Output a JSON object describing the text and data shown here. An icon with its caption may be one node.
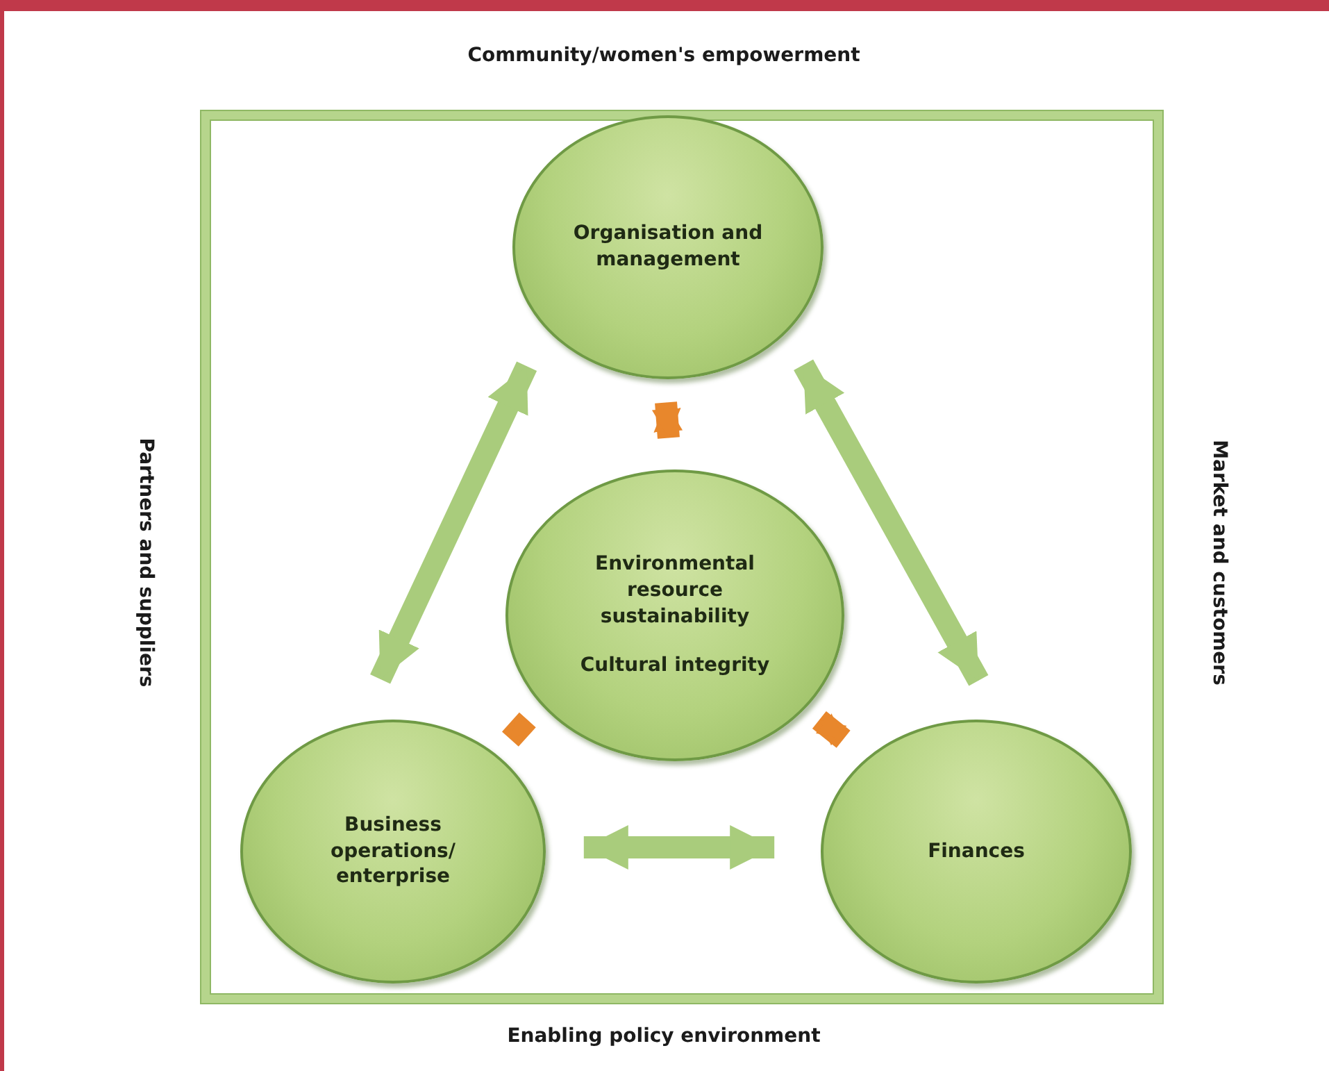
{
  "diagram": {
    "nodes": [
      {
        "text": [],
        "shape": "box"
      },
      {
        "text": [
          "Organisation and management"
        ],
        "in": 0
      },
      {
        "text": [
          "Environmental resource sustainability",
          "Cultural integrity"
        ],
        "in": 0
      },
      {
        "text": [
          "Business operations/ enterprise"
        ],
        "in": 0
      },
      {
        "text": [
          "Finances"
        ],
        "in": 0
      }
    ],
    "edges": [
      {
        "from": 1,
        "to": 2,
        "arrow": "both",
        "color": "#e8872c"
      },
      {
        "from": 2,
        "to": 3,
        "arrow": "both",
        "color": "#e8872c"
      },
      {
        "from": 2,
        "to": 4,
        "arrow": "both",
        "color": "#e8872c"
      },
      {
        "from": 1,
        "to": 3,
        "arrow": "both",
        "color": "#a9cc7c"
      },
      {
        "from": 1,
        "to": 4,
        "arrow": "both",
        "color": "#a9cc7c"
      },
      {
        "from": 3,
        "to": 4,
        "arrow": "both",
        "color": "#a9cc7c"
      }
    ],
    "labels": [
      "Community/women's empowerment",
      "Partners and suppliers",
      "Market and customers",
      "Enabling policy environment"
    ]
  }
}
